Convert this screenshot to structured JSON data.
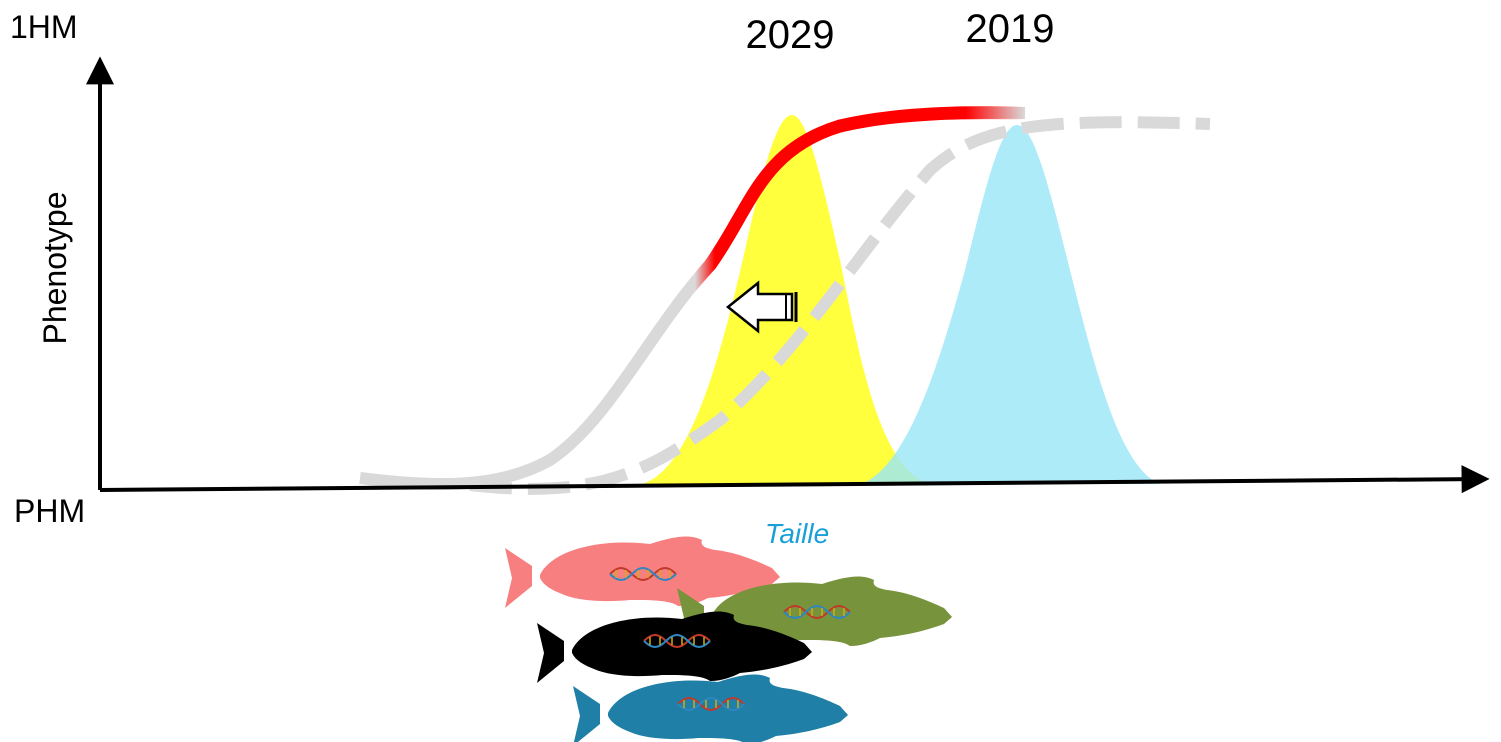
{
  "axes": {
    "y_top_label": "1HM",
    "y_bottom_label": "PHM",
    "y_title": "Phenotype",
    "x_title": "Taille"
  },
  "distributions": [
    {
      "year_label": "2029",
      "color": "#ffff33"
    },
    {
      "year_label": "2019",
      "color": "#99e6f7"
    }
  ],
  "curves": {
    "shifted_curve": {
      "style": "solid",
      "colors": [
        "#d9d9d9",
        "#ff0000"
      ]
    },
    "original_curve": {
      "style": "dashed",
      "color": "#d9d9d9"
    }
  },
  "shift_arrow": {
    "direction": "left",
    "icon": "hollow-left-arrow"
  },
  "fish": [
    {
      "name": "fish-salmon-pink",
      "color": "#f77f7f",
      "icon": "dna-icon"
    },
    {
      "name": "fish-olive-green",
      "color": "#77933c",
      "icon": "dna-icon"
    },
    {
      "name": "fish-black",
      "color": "#000000",
      "icon": "dna-icon"
    },
    {
      "name": "fish-teal-blue",
      "color": "#1f7fa6",
      "icon": "dna-icon"
    }
  ]
}
